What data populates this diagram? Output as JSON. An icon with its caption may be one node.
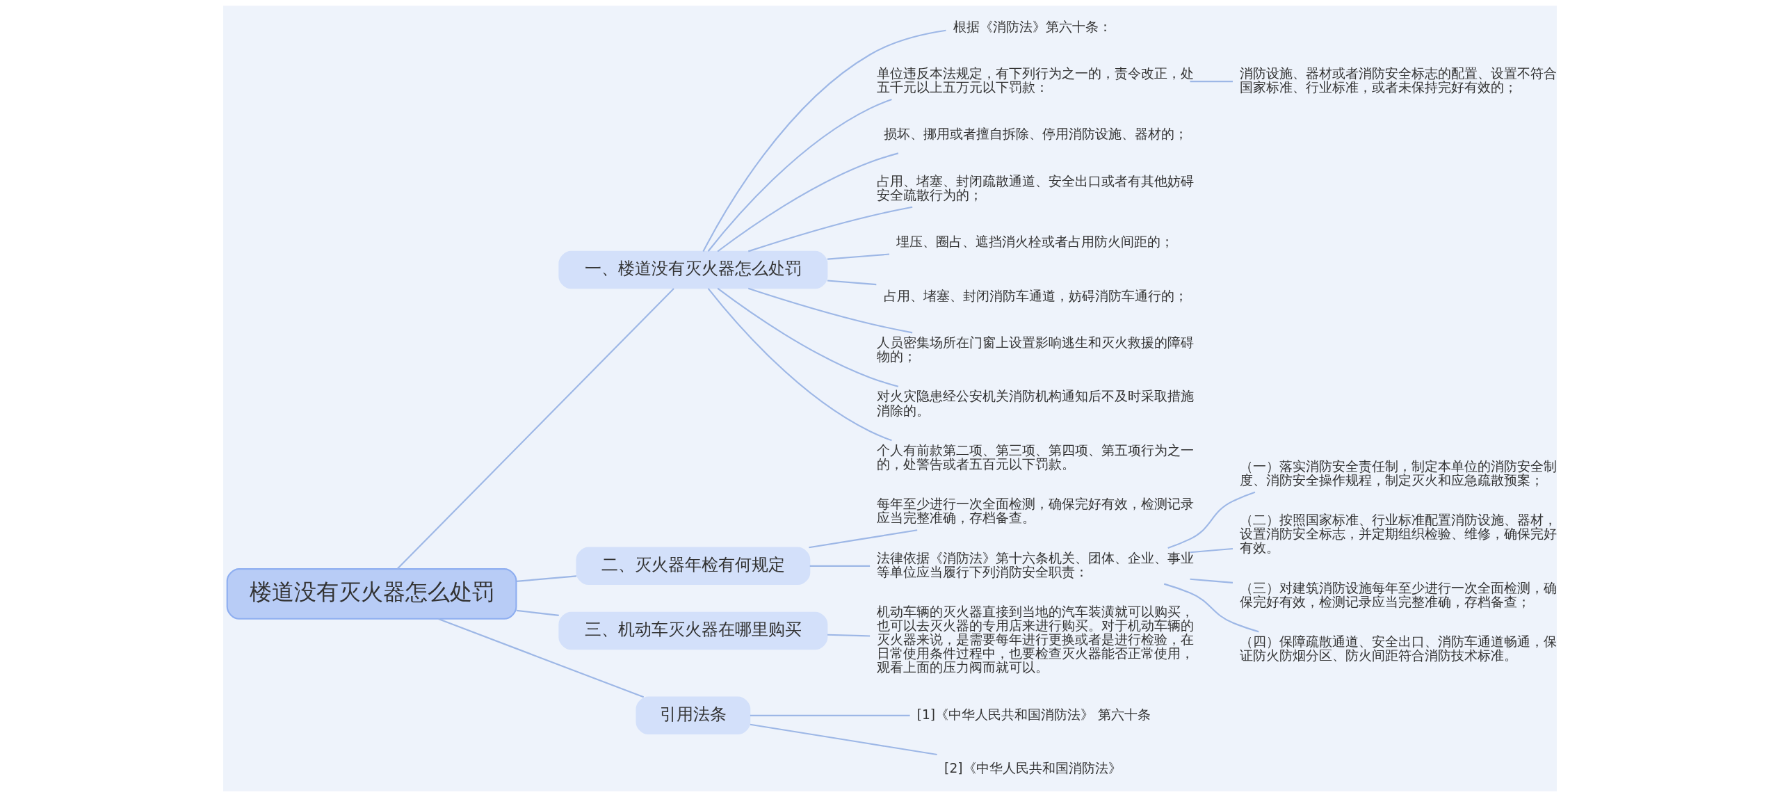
{
  "diagram": {
    "nodes": [
      {
        "text": [
          "楼道没有灭火器怎么处罚"
        ]
      },
      {
        "text": [
          "一、楼道没有灭火器怎么处罚"
        ]
      },
      {
        "text": [
          "根据《消防法》第六十条："
        ]
      },
      {
        "text": [
          "单位违反本法规定，有下列行为之一的，责令改正，处五千元以上五万元以下罚款："
        ]
      },
      {
        "text": [
          "消防设施、器材或者消防安全标志的配置、设置不符合国家标准、行业标准，或者未保持完好有效的；"
        ]
      },
      {
        "text": [
          "损坏、挪用或者擅自拆除、停用消防设施、器材的；"
        ]
      },
      {
        "text": [
          "占用、堵塞、封闭疏散通道、安全出口或者有其他妨碍安全疏散行为的；"
        ]
      },
      {
        "text": [
          "埋压、圈占、遮挡消火栓或者占用防火间距的；"
        ]
      },
      {
        "text": [
          "占用、堵塞、封闭消防车通道，妨碍消防车通行的；"
        ]
      },
      {
        "text": [
          "人员密集场所在门窗上设置影响逃生和灭火救援的障碍物的；"
        ]
      },
      {
        "text": [
          "对火灾隐患经公安机关消防机构通知后不及时采取措施消除的。"
        ]
      },
      {
        "text": [
          "个人有前款第二项、第三项、第四项、第五项行为之一的，处警告或者五百元以下罚款。"
        ]
      },
      {
        "text": [
          "二、灭火器年检有何规定"
        ]
      },
      {
        "text": [
          "每年至少进行一次全面检测，确保完好有效，检测记录应当完整准确，存档备查。"
        ]
      },
      {
        "text": [
          "法律依据《消防法》第十六条机关、团体、企业、事业等单位应当履行下列消防安全职责："
        ]
      },
      {
        "text": [
          "（一）落实消防安全责任制，制定本单位的消防安全制度、消防安全操作规程，制定灭火和应急疏散预案；"
        ]
      },
      {
        "text": [
          "（二）按照国家标准、行业标准配置消防设施、器材，设置消防安全标志，并定期组织检验、维修，确保完好有效。"
        ]
      },
      {
        "text": [
          "（三）对建筑消防设施每年至少进行一次全面检测，确保完好有效，检测记录应当完整准确，存档备查；"
        ]
      },
      {
        "text": [
          "（四）保障疏散通道、安全出口、消防车通道畅通，保证防火防烟分区、防火间距符合消防技术标准。"
        ]
      },
      {
        "text": [
          "三、机动车灭火器在哪里购买"
        ]
      },
      {
        "text": [
          "机动车辆的灭火器直接到当地的汽车装潢就可以购买，也可以去灭火器的专用店来进行购买。对于机动车辆的灭火器来说，是需要每年进行更换或者是进行检验，在日常使用条件过程中，也要检查灭火器能否正常使用，观看上面的压力阀而就可以。"
        ]
      },
      {
        "text": [
          "引用法条"
        ]
      },
      {
        "text": [
          "[1]《中华人民共和国消防法》 第六十条"
        ]
      },
      {
        "text": [
          "[2]《中华人民共和国消防法》"
        ]
      }
    ],
    "edges": [
      {
        "from": 0,
        "to": 1,
        "arrow": "none"
      },
      {
        "from": 1,
        "to": 2,
        "arrow": "none"
      },
      {
        "from": 1,
        "to": 3,
        "arrow": "none"
      },
      {
        "from": 3,
        "to": 4,
        "arrow": "none"
      },
      {
        "from": 1,
        "to": 5,
        "arrow": "none"
      },
      {
        "from": 1,
        "to": 6,
        "arrow": "none"
      },
      {
        "from": 1,
        "to": 7,
        "arrow": "none"
      },
      {
        "from": 1,
        "to": 8,
        "arrow": "none"
      },
      {
        "from": 1,
        "to": 9,
        "arrow": "none"
      },
      {
        "from": 1,
        "to": 10,
        "arrow": "none"
      },
      {
        "from": 1,
        "to": 11,
        "arrow": "none"
      },
      {
        "from": 0,
        "to": 12,
        "arrow": "none"
      },
      {
        "from": 12,
        "to": 13,
        "arrow": "none"
      },
      {
        "from": 12,
        "to": 14,
        "arrow": "none"
      },
      {
        "from": 14,
        "to": 15,
        "arrow": "none"
      },
      {
        "from": 14,
        "to": 16,
        "arrow": "none"
      },
      {
        "from": 14,
        "to": 17,
        "arrow": "none"
      },
      {
        "from": 14,
        "to": 18,
        "arrow": "none"
      },
      {
        "from": 0,
        "to": 19,
        "arrow": "none"
      },
      {
        "from": 19,
        "to": 20,
        "arrow": "none"
      },
      {
        "from": 0,
        "to": 21,
        "arrow": "none"
      },
      {
        "from": 21,
        "to": 22,
        "arrow": "none"
      },
      {
        "from": 21,
        "to": 23,
        "arrow": "none"
      }
    ]
  }
}
